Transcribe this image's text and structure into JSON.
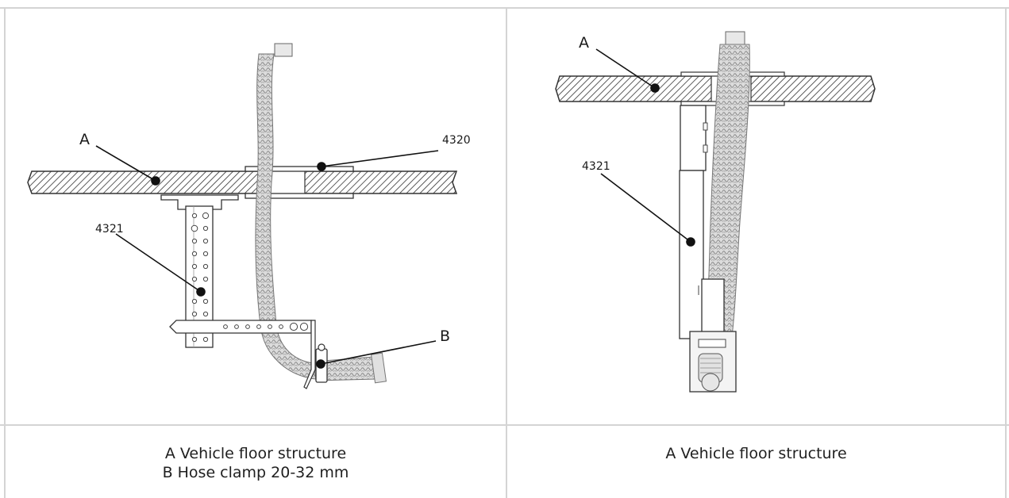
{
  "figures": {
    "left": {
      "labels": {
        "a": "A",
        "b": "B",
        "part_4320": "4320",
        "part_4321": "4321"
      },
      "caption_lines": [
        "A Vehicle floor structure",
        "B Hose clamp 20-32 mm"
      ]
    },
    "right": {
      "labels": {
        "a": "A",
        "part_4321": "4321"
      },
      "caption_lines": [
        "A Vehicle floor structure"
      ]
    }
  }
}
